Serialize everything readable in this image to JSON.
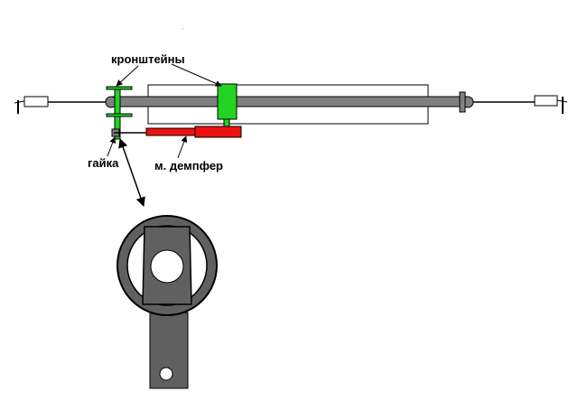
{
  "labels": {
    "brackets": "кронштейны",
    "nut": "гайка",
    "damper": "м. демпфер"
  },
  "colors": {
    "bracket": "#22d322",
    "damper": "#ee1111",
    "rod": "#808080",
    "part": "#606060",
    "outline": "#000000",
    "background": "#ffffff"
  }
}
